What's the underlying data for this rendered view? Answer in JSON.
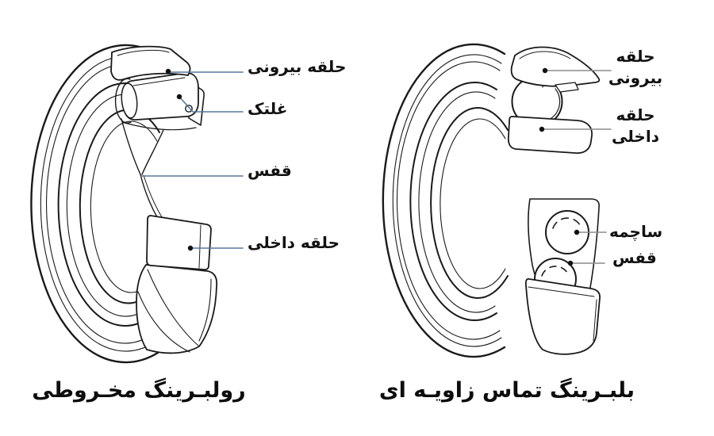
{
  "colors": {
    "background": "#ffffff",
    "line": "#1a1a1a",
    "leader_left": "#56789b",
    "leader_right": "#8c8c8c",
    "dot": "#111111"
  },
  "left_figure": {
    "caption": "رولبـرینگ مخـروطی",
    "labels": [
      {
        "text": "حلقه بیرونی"
      },
      {
        "text": "غلتک"
      },
      {
        "text": "قفس"
      },
      {
        "text": "حلقه داخلی"
      }
    ]
  },
  "right_figure": {
    "caption": "بلبـرینگ تماس زاویـه ای",
    "labels": [
      {
        "line1": "حلقه",
        "line2": "بیرونی"
      },
      {
        "line1": "حلقه",
        "line2": "داخلی"
      },
      {
        "text": "ساچمه"
      },
      {
        "text": "قفس"
      }
    ]
  }
}
